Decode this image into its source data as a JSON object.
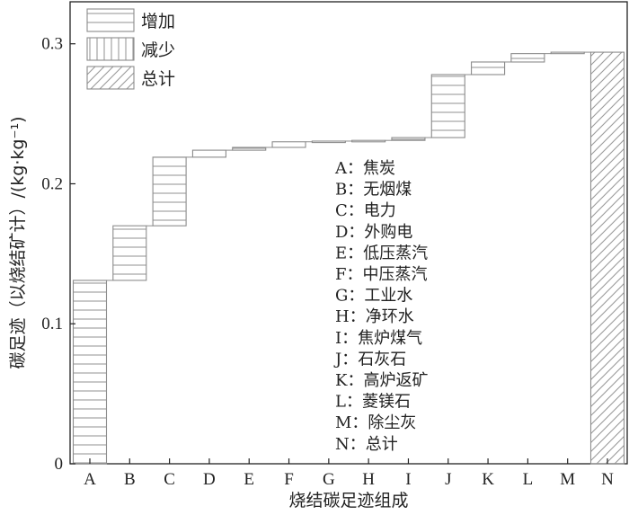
{
  "chart_data": {
    "type": "bar",
    "subtype": "waterfall",
    "xlabel": "烧结碳足迹组成",
    "ylabel": "碳足迹（以烧结矿计）/(kg·kg⁻¹)",
    "ylim": [
      0,
      0.33
    ],
    "yticks": [
      0,
      0.1,
      0.2,
      0.3
    ],
    "ytick_labels": [
      "0",
      "0.1",
      "0.2",
      "0.3"
    ],
    "grid": false,
    "legend_position": "top-left",
    "legend": [
      {
        "key": "increase",
        "label": "增加",
        "pattern": "horizontal-lines"
      },
      {
        "key": "decrease",
        "label": "减少",
        "pattern": "vertical-lines"
      },
      {
        "key": "total",
        "label": "总计",
        "pattern": "diagonal-lines"
      }
    ],
    "categories": [
      "A",
      "B",
      "C",
      "D",
      "E",
      "F",
      "G",
      "H",
      "I",
      "J",
      "K",
      "L",
      "M",
      "N"
    ],
    "bars": [
      {
        "category": "A",
        "start": 0,
        "end": 0.131,
        "kind": "increase"
      },
      {
        "category": "B",
        "start": 0.131,
        "end": 0.17,
        "kind": "increase"
      },
      {
        "category": "C",
        "start": 0.17,
        "end": 0.219,
        "kind": "increase"
      },
      {
        "category": "D",
        "start": 0.219,
        "end": 0.224,
        "kind": "increase"
      },
      {
        "category": "E",
        "start": 0.224,
        "end": 0.226,
        "kind": "increase"
      },
      {
        "category": "F",
        "start": 0.226,
        "end": 0.23,
        "kind": "increase"
      },
      {
        "category": "G",
        "start": 0.23,
        "end": 0.2305,
        "kind": "increase"
      },
      {
        "category": "H",
        "start": 0.2305,
        "end": 0.231,
        "kind": "increase"
      },
      {
        "category": "I",
        "start": 0.231,
        "end": 0.233,
        "kind": "increase"
      },
      {
        "category": "J",
        "start": 0.233,
        "end": 0.278,
        "kind": "increase"
      },
      {
        "category": "K",
        "start": 0.278,
        "end": 0.287,
        "kind": "increase"
      },
      {
        "category": "L",
        "start": 0.287,
        "end": 0.293,
        "kind": "increase"
      },
      {
        "category": "M",
        "start": 0.293,
        "end": 0.294,
        "kind": "increase"
      },
      {
        "category": "N",
        "start": 0,
        "end": 0.294,
        "kind": "total"
      }
    ],
    "annotation_items": [
      "A：焦炭",
      "B：无烟煤",
      "C：电力",
      "D：外购电",
      "E：低压蒸汽",
      "F：中压蒸汽",
      "G：工业水",
      "H：净环水",
      "I：焦炉煤气",
      "J：石灰石",
      "K：高炉返矿",
      "L：菱镁石",
      "M：除尘灰",
      "N：总计"
    ],
    "colors": {
      "axis": "#222222",
      "bar_stroke": "#8c8c8c",
      "hatch": "#9a9a9a"
    }
  }
}
